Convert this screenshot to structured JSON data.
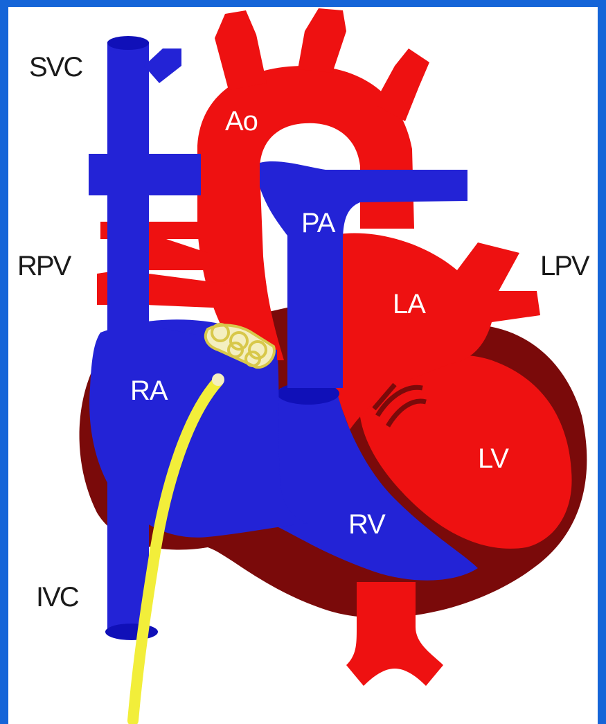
{
  "labels": {
    "svc": "SVC",
    "ao": "Ao",
    "pa": "PA",
    "rpv": "RPV",
    "lpv": "LPV",
    "la": "LA",
    "ra": "RA",
    "lv": "LV",
    "rv": "RV",
    "ivc": "IVC"
  },
  "colors": {
    "frame": "#1565d8",
    "oxygenated": "#ee1111",
    "deoxygenated": "#2323d6",
    "myocardium": "#7a0a0a",
    "catheter": "#f2ee3a",
    "device": "#f4efc0"
  }
}
